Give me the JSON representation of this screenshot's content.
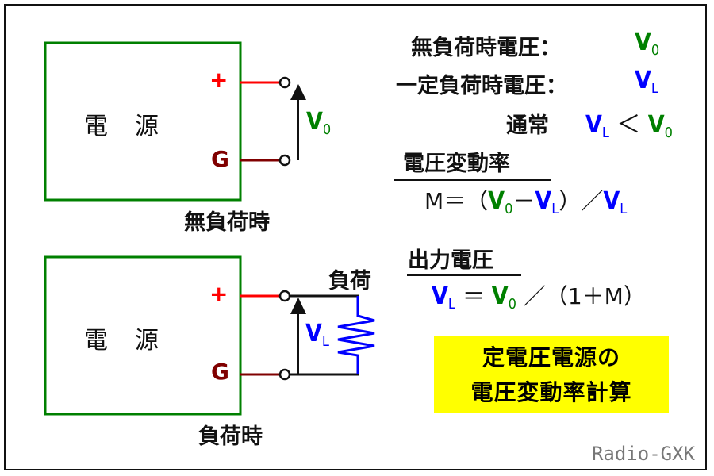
{
  "colors": {
    "box_border": "#008000",
    "plus_wire": "#ff0000",
    "ground_wire": "#800000",
    "v0": "#008000",
    "vl": "#0000ff",
    "resistor": "#0000ff",
    "highlight_bg": "#ffff00",
    "credit": "#777777"
  },
  "no_load_circuit": {
    "source_label": "電　源",
    "plus_label": "+",
    "ground_label": "G",
    "voltage_label": "V",
    "voltage_sub": "0",
    "caption": "無負荷時"
  },
  "load_circuit": {
    "source_label": "電　源",
    "plus_label": "+",
    "ground_label": "G",
    "voltage_label": "V",
    "voltage_sub": "L",
    "load_label": "負荷",
    "caption": "負荷時"
  },
  "definitions": {
    "no_load_voltage_label": "無負荷時電圧：",
    "no_load_symbol": "V",
    "no_load_sub": "0",
    "const_load_voltage_label": "一定負荷時電圧：",
    "const_load_symbol": "V",
    "const_load_sub": "L",
    "usually_label": "通常",
    "usually_lhs": "V",
    "usually_lhs_sub": "L",
    "usually_op": "＜",
    "usually_rhs": "V",
    "usually_rhs_sub": "0"
  },
  "regulation": {
    "heading": "電圧変動率",
    "formula_prefix": "M＝（",
    "v0": "V",
    "v0_sub": "0",
    "minus": "－",
    "vl": "V",
    "vl_sub": "L",
    "close_div": "）／",
    "vl2": "V",
    "vl2_sub": "L"
  },
  "output": {
    "heading": "出力電圧",
    "vl": "V",
    "vl_sub": "L",
    "equals": "＝",
    "v0": "V",
    "v0_sub": "0",
    "rest": "／（1＋M）"
  },
  "highlight": {
    "line1": "定電圧電源の",
    "line2": "電圧変動率計算"
  },
  "credit": "Radio-GXK"
}
